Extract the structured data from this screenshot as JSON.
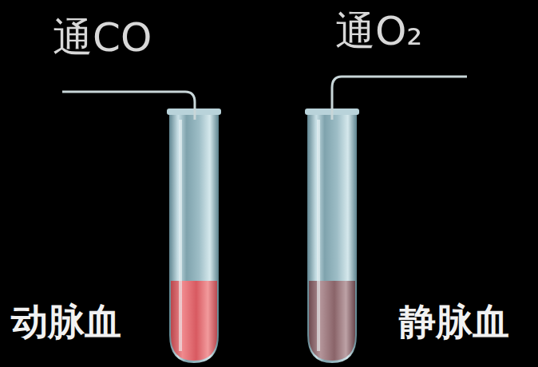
{
  "diagram": {
    "labels": [
      "通CO",
      "通O₂",
      "动脉血",
      "静脉血"
    ]
  }
}
